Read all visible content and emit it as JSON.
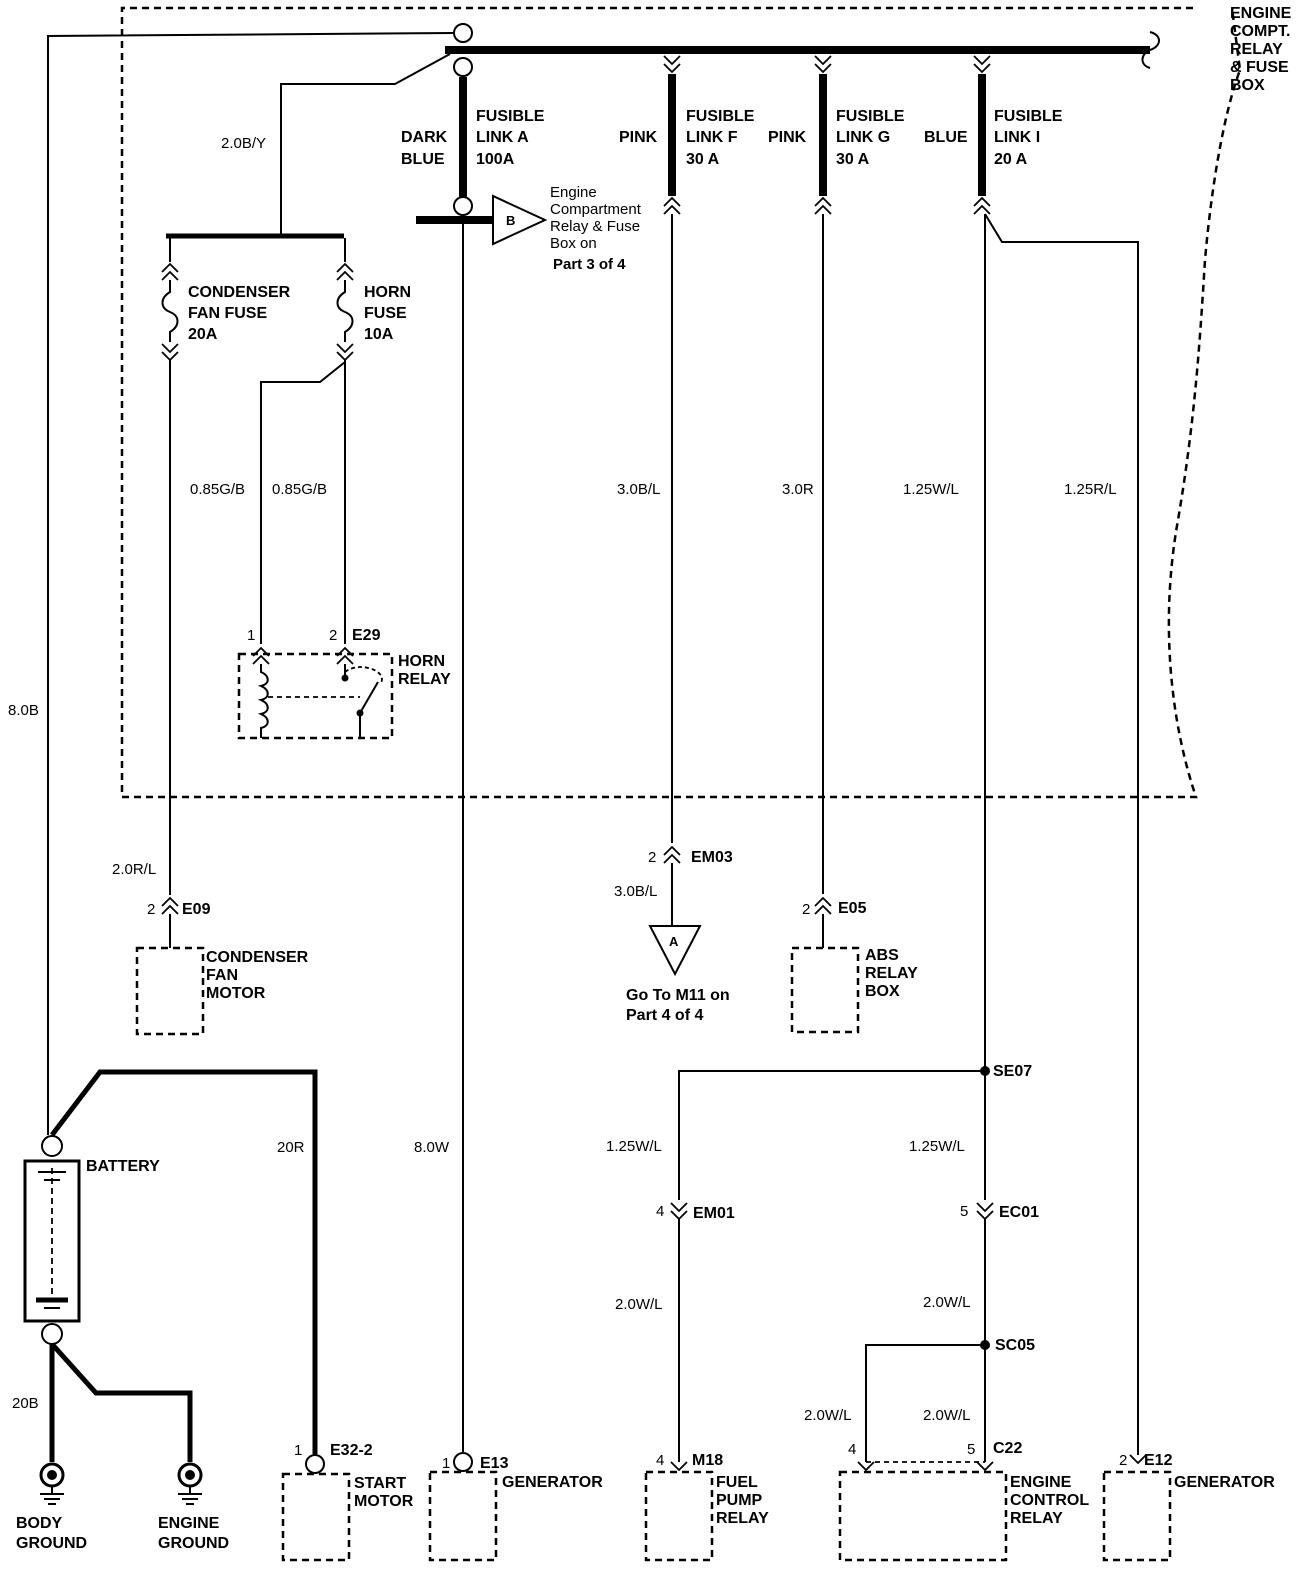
{
  "box": {
    "title": [
      "ENGINE",
      "COMPT.",
      "RELAY",
      "& FUSE",
      "BOX"
    ]
  },
  "fusible_links": [
    {
      "name": [
        "FUSIBLE",
        "LINK A",
        "100A"
      ],
      "color": [
        "DARK",
        "BLUE"
      ]
    },
    {
      "name": [
        "FUSIBLE",
        "LINK F",
        "30 A"
      ],
      "color": [
        "PINK"
      ]
    },
    {
      "name": [
        "FUSIBLE",
        "LINK G",
        "30 A"
      ],
      "color": [
        "PINK"
      ]
    },
    {
      "name": [
        "FUSIBLE",
        "LINK I",
        "20 A"
      ],
      "color": [
        "BLUE"
      ]
    }
  ],
  "fuses": [
    {
      "name": [
        "CONDENSER",
        "FAN FUSE",
        "20A"
      ]
    },
    {
      "name": [
        "HORN",
        "FUSE",
        "10A"
      ]
    }
  ],
  "refs": {
    "B": {
      "letter": "B",
      "text": [
        "Engine",
        "Compartment",
        "Relay & Fuse",
        "Box on",
        "Part 3 of 4"
      ]
    },
    "A": {
      "letter": "A",
      "text": [
        "Go To M11 on",
        "Part 4 of 4"
      ]
    }
  },
  "wires": {
    "w2_0BY": "2.0B/Y",
    "w085a": "0.85G/B",
    "w085b": "0.85G/B",
    "w30BL": "3.0B/L",
    "w30R": "3.0R",
    "w125WL_top": "1.25W/L",
    "w125RL": "1.25R/L",
    "w80B": "8.0B",
    "w20RL": "2.0R/L",
    "w30BL_2": "3.0B/L",
    "w20R": "20R",
    "w80W": "8.0W",
    "w125WL_l": "1.25W/L",
    "w125WL_r": "1.25W/L",
    "w20WL_l": "2.0W/L",
    "w20WL_r": "2.0W/L",
    "w20WL_a": "2.0W/L",
    "w20WL_b": "2.0W/L",
    "w20B": "20B"
  },
  "connectors": {
    "E29": {
      "id": "E29",
      "pins": [
        "1",
        "2"
      ]
    },
    "EM03": {
      "id": "EM03",
      "pin": "2"
    },
    "E09": {
      "id": "E09",
      "pin": "2"
    },
    "E05": {
      "id": "E05",
      "pin": "2"
    },
    "EM01": {
      "id": "EM01",
      "pin": "4"
    },
    "EC01": {
      "id": "EC01",
      "pin": "5"
    },
    "E32_2": {
      "id": "E32-2",
      "pin": "1"
    },
    "E13": {
      "id": "E13",
      "pin": "1"
    },
    "M18": {
      "id": "M18",
      "pin": "4"
    },
    "C22": {
      "id": "C22",
      "pins": [
        "4",
        "5"
      ]
    },
    "E12": {
      "id": "E12",
      "pin": "2"
    }
  },
  "splices": [
    "SE07",
    "SC05"
  ],
  "components": {
    "horn_relay": [
      "HORN",
      "RELAY"
    ],
    "condenser_fan_motor": [
      "CONDENSER",
      "FAN",
      "MOTOR"
    ],
    "abs_relay_box": [
      "ABS",
      "RELAY",
      "BOX"
    ],
    "battery": "BATTERY",
    "body_ground": [
      "BODY",
      "GROUND"
    ],
    "engine_ground": [
      "ENGINE",
      "GROUND"
    ],
    "start_motor": [
      "START",
      "MOTOR"
    ],
    "generator_1": "GENERATOR",
    "fuel_pump_relay": [
      "FUEL",
      "PUMP",
      "RELAY"
    ],
    "engine_control_relay": [
      "ENGINE",
      "CONTROL",
      "RELAY"
    ],
    "generator_2": "GENERATOR"
  }
}
